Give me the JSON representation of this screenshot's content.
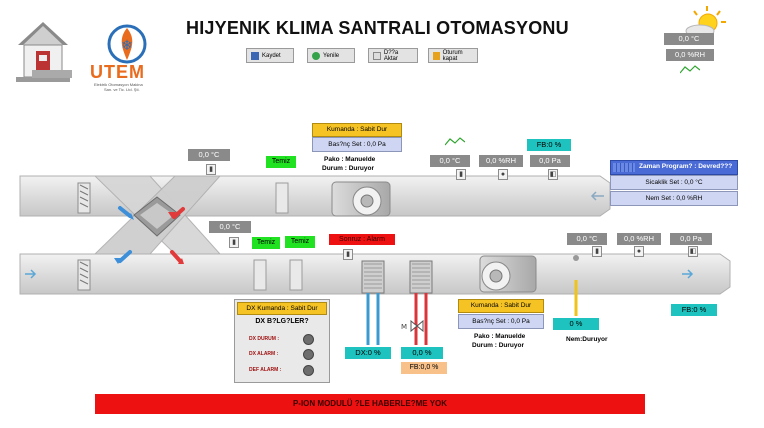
{
  "header": {
    "title": "HIJYENIK KLIMA SANTRALI OTOMASYONU",
    "logo_main": "UTEM",
    "logo_sub1": "Elektrik Otomasyon Makina",
    "logo_sub2": "San. ve Tic. Ltd. Şti."
  },
  "toolbar": {
    "save": "Kaydet",
    "refresh": "Yenile",
    "export": "D??a Aktar",
    "logout": "Oturum kapat"
  },
  "weather": {
    "temp": "0,0 °C",
    "humidity": "0,0 %RH"
  },
  "supply_fan": {
    "command": "Kumanda : Sabit Dur",
    "start_set": "Bas?nç Set : 0,0 Pa",
    "pako": "Pako : Manuelde",
    "status": "Durum : Duruyor"
  },
  "exhaust_fan": {
    "command": "Kumanda : Sabit Dur",
    "start_set": "Bas?nç Set : 0,0 Pa",
    "pako": "Pako : Manuelde",
    "status": "Durum : Duruyor"
  },
  "schedule": {
    "header": "Zaman Program? : Devred???",
    "temp_set": "Sicaklik Set : 0,0 °C",
    "hum_set": "Nem Set : 0,0 %RH"
  },
  "top_duct": {
    "temp_left": "0,0 °C",
    "filter": "Temiz",
    "temp": "0,0 °C",
    "humidity": "0,0 %RH",
    "pressure": "0,0 Pa",
    "fb": "FB:0 %"
  },
  "bottom_duct": {
    "temp_left": "0,0 °C",
    "filter1": "Temiz",
    "filter2": "Temiz",
    "alarm": "Sonruz : Alarm",
    "temp": "0,0 °C",
    "humidity": "0,0 %RH",
    "pressure": "0,0 Pa",
    "fb": "FB:0 %",
    "dx_valve": "DX:0 %",
    "hot_valve": "0,0 %",
    "hot_fb": "FB:0,0 %",
    "humidifier": "0 %",
    "humidifier_status": "Nem:Duruyor"
  },
  "dx_panel": {
    "command": "DX Kumanda : Sabit Dur",
    "info": "DX B?LG?LER?",
    "state": "DX DURUM :",
    "alarm": "DX ALARM :",
    "defrost": "DEF ALARM :"
  },
  "footer": {
    "message": "P-ION MODULÜ ?LE HABERLE?ME YOK"
  },
  "colors": {
    "alarm_bar": "#ee1111",
    "ok_green": "#21e221",
    "teal": "#1ec3bf",
    "command_yellow": "#f6c324"
  }
}
